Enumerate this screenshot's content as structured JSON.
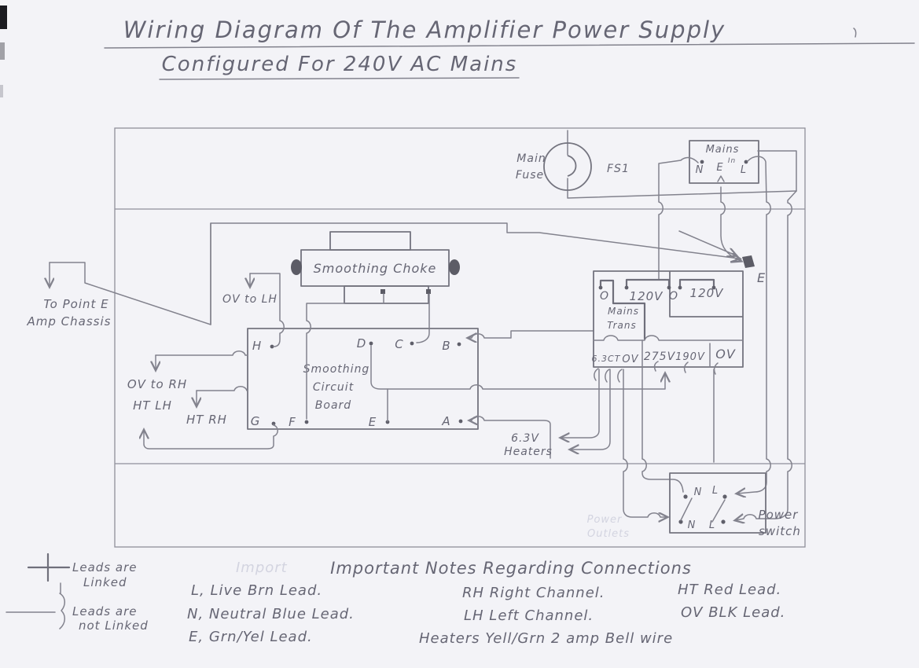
{
  "title": {
    "line1": "Wiring Diagram Of The Amplifier Power Supply",
    "line2": "Configured For 240V AC Mains"
  },
  "fuse": {
    "name1": "Main",
    "name2": "Fuse",
    "ref": "FS1"
  },
  "mains_in": {
    "label": "Mains",
    "label_sub": "In",
    "n": "N",
    "e": "E",
    "l": "L"
  },
  "choke": {
    "label": "Smoothing Choke"
  },
  "chassis": {
    "line1": "To Point E",
    "line2": "Amp Chassis"
  },
  "left_labels": {
    "ov_to_lh": "OV to LH",
    "ov_to_rh": "OV to RH",
    "ht_lh": "HT LH",
    "ht_rh": "HT RH"
  },
  "board": {
    "line1": "Smoothing",
    "line2": "Circuit",
    "line3": "Board",
    "h": "H",
    "d": "D",
    "c": "C",
    "b": "B",
    "g": "G",
    "f": "F",
    "e": "E",
    "a": "A"
  },
  "transformer": {
    "o1": "O",
    "v120a": "120V",
    "o2": "O",
    "v120b": "120V",
    "name1": "Mains",
    "name2": "Trans",
    "t63": "6.3CT",
    "ov1": "OV",
    "v275": "275V",
    "v190": "190V",
    "ov2": "OV",
    "point_e": "E"
  },
  "heaters": {
    "volt": "6.3V",
    "label": "Heaters"
  },
  "switch": {
    "n_top": "N",
    "l_top": "L",
    "n_bot": "N",
    "l_bot": "L",
    "label1": "Power",
    "label2": "switch"
  },
  "ghost": {
    "outlets1": "Power",
    "outlets2": "Outlets",
    "heading": "Import"
  },
  "legend": {
    "linked1": "Leads are",
    "linked2": "Linked",
    "notlinked1": "Leads are",
    "notlinked2": "not Linked"
  },
  "notes": {
    "heading": "Important Notes Regarding Connections",
    "l": "L, Live Brn Lead.",
    "n": "N, Neutral Blue Lead.",
    "e": "E, Grn/Yel Lead.",
    "rh": "RH Right Channel.",
    "lh": "LH Left Channel.",
    "heaters": "Heaters Yell/Grn 2 amp Bell wire",
    "ht": "HT Red Lead.",
    "ov": "OV BLK Lead."
  }
}
